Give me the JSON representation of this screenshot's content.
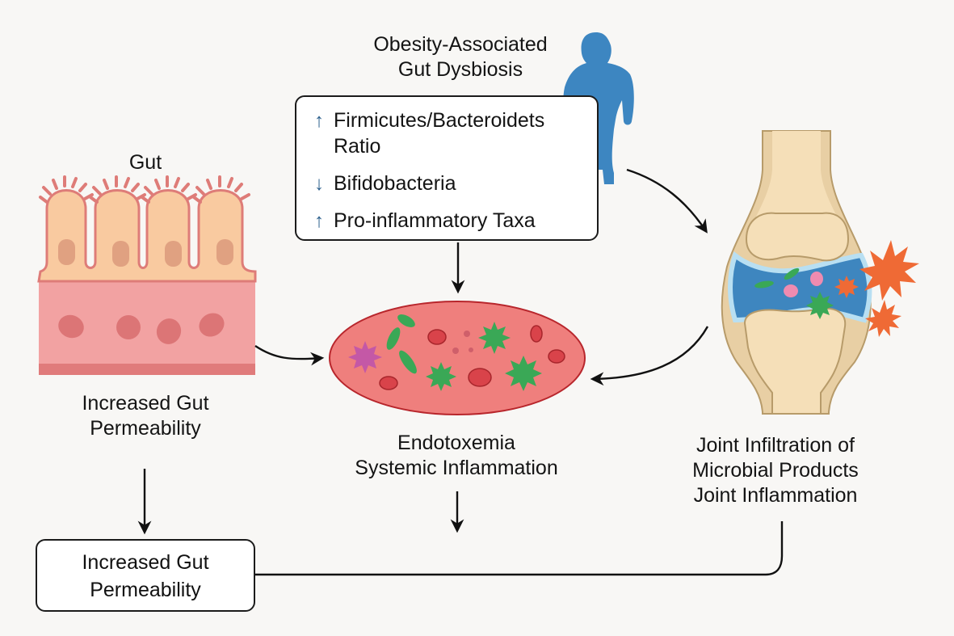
{
  "title": {
    "line1": "Obesity-Associated",
    "line2": "Gut Dysbiosis"
  },
  "dysbiosis_box": {
    "items": [
      {
        "direction": "up",
        "arrow": "↑",
        "line1": "Firmicutes/Bacteroidets",
        "line2": "Ratio"
      },
      {
        "direction": "down",
        "arrow": "↓",
        "line1": "Bifidobacteria"
      },
      {
        "direction": "up",
        "arrow": "↑",
        "line1": "Pro-inflammatory Taxa"
      }
    ]
  },
  "gut": {
    "label": "Gut",
    "caption_line1": "Increased Gut",
    "caption_line2": "Permeability"
  },
  "blood": {
    "caption_line1": "Endotoxemia",
    "caption_line2": "Systemic Inflammation"
  },
  "joint": {
    "caption_line1": "Joint Infiltration of",
    "caption_line2": "Microbial Products",
    "caption_line3": "Joint Inflammation"
  },
  "outcome_box": {
    "line1": "Increased Gut",
    "line2": "Permeability"
  },
  "colors": {
    "person": "#3d86c1",
    "arrow_up_down": "#2b5f8c",
    "villi_fill": "#f9caa0",
    "villi_stroke": "#de7c78",
    "mucosa": "#f2a2a2",
    "blood_fill": "#ef7f7d",
    "blood_stroke": "#b8262c",
    "bacteria_green": "#3aa856",
    "bacteria_magenta": "#c458a6",
    "joint_fluid": "#3e86bf",
    "bone": "#f5dfb8",
    "inflammation_orange": "#ef6a35"
  }
}
